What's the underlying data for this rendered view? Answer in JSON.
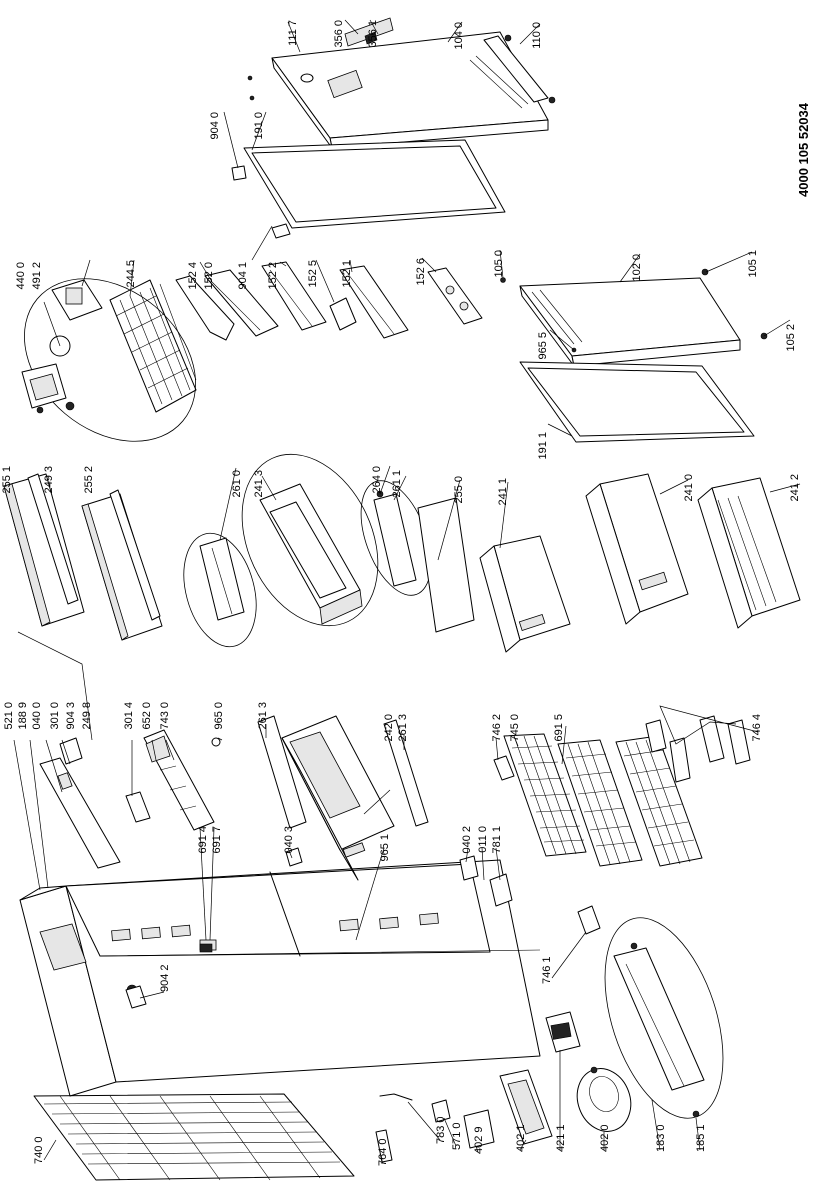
{
  "document_number": "4000 105 52034",
  "callouts": [
    {
      "id": "c1117",
      "text": "111 7"
    },
    {
      "id": "c3560",
      "text": "356 0"
    },
    {
      "id": "c3561",
      "text": "356 1"
    },
    {
      "id": "c1040",
      "text": "104 0"
    },
    {
      "id": "c1100",
      "text": "110 0"
    },
    {
      "id": "c9040",
      "text": "904 0"
    },
    {
      "id": "c1910",
      "text": "191 0"
    },
    {
      "id": "c4400",
      "text": "440 0"
    },
    {
      "id": "c4912",
      "text": "491 2"
    },
    {
      "id": "c2445",
      "text": "244 5"
    },
    {
      "id": "c1524",
      "text": "152 4"
    },
    {
      "id": "c1520",
      "text": "152 0"
    },
    {
      "id": "c9041",
      "text": "904 1"
    },
    {
      "id": "c1522",
      "text": "152 2"
    },
    {
      "id": "c1525",
      "text": "152 5"
    },
    {
      "id": "c1521",
      "text": "152 1"
    },
    {
      "id": "c1526",
      "text": "152 6"
    },
    {
      "id": "c1050",
      "text": "105 0"
    },
    {
      "id": "c1020",
      "text": "102 0"
    },
    {
      "id": "c1051",
      "text": "105 1"
    },
    {
      "id": "c9655",
      "text": "965 5"
    },
    {
      "id": "c1052",
      "text": "105 2"
    },
    {
      "id": "c1911",
      "text": "191 1"
    },
    {
      "id": "c2551",
      "text": "255 1"
    },
    {
      "id": "c2493",
      "text": "249 3"
    },
    {
      "id": "c2552",
      "text": "255 2"
    },
    {
      "id": "c2610",
      "text": "261 0"
    },
    {
      "id": "c2413",
      "text": "241 3"
    },
    {
      "id": "c2640",
      "text": "264 0"
    },
    {
      "id": "c2611",
      "text": "261 1"
    },
    {
      "id": "c2550",
      "text": "255 0"
    },
    {
      "id": "c2411",
      "text": "241 1"
    },
    {
      "id": "c2410",
      "text": "241 0"
    },
    {
      "id": "c2412",
      "text": "241 2"
    },
    {
      "id": "c5210",
      "text": "521 0"
    },
    {
      "id": "c1889",
      "text": "188 9"
    },
    {
      "id": "c0400",
      "text": "040 0"
    },
    {
      "id": "c3010",
      "text": "301 0"
    },
    {
      "id": "c9043",
      "text": "904 3"
    },
    {
      "id": "c2498",
      "text": "249 8"
    },
    {
      "id": "c3014",
      "text": "301 4"
    },
    {
      "id": "c6520",
      "text": "652 0"
    },
    {
      "id": "c7430",
      "text": "743 0"
    },
    {
      "id": "c9650",
      "text": "965 0"
    },
    {
      "id": "c2613a",
      "text": "261 3"
    },
    {
      "id": "c2420",
      "text": "242 0"
    },
    {
      "id": "c2613b",
      "text": "261 3"
    },
    {
      "id": "c7462",
      "text": "746 2"
    },
    {
      "id": "c7450",
      "text": "745 0"
    },
    {
      "id": "c6915",
      "text": "691 5"
    },
    {
      "id": "c7464",
      "text": "746 4"
    },
    {
      "id": "c6914",
      "text": "691 4"
    },
    {
      "id": "c6917",
      "text": "691 7"
    },
    {
      "id": "c0403",
      "text": "040 3"
    },
    {
      "id": "c9651",
      "text": "965 1"
    },
    {
      "id": "c0402",
      "text": "040 2"
    },
    {
      "id": "c0110",
      "text": "011 0"
    },
    {
      "id": "c7811",
      "text": "781 1"
    },
    {
      "id": "c7461",
      "text": "746 1"
    },
    {
      "id": "c9042",
      "text": "904 2"
    },
    {
      "id": "c7400",
      "text": "740 0"
    },
    {
      "id": "c7640",
      "text": "764 0"
    },
    {
      "id": "c7830",
      "text": "783 0"
    },
    {
      "id": "c5710",
      "text": "571 0"
    },
    {
      "id": "c4029",
      "text": "402 9"
    },
    {
      "id": "c4021",
      "text": "402 1"
    },
    {
      "id": "c4211",
      "text": "421 1"
    },
    {
      "id": "c4020",
      "text": "402 0"
    },
    {
      "id": "c1830",
      "text": "183 0"
    },
    {
      "id": "c1851",
      "text": "185 1"
    }
  ]
}
